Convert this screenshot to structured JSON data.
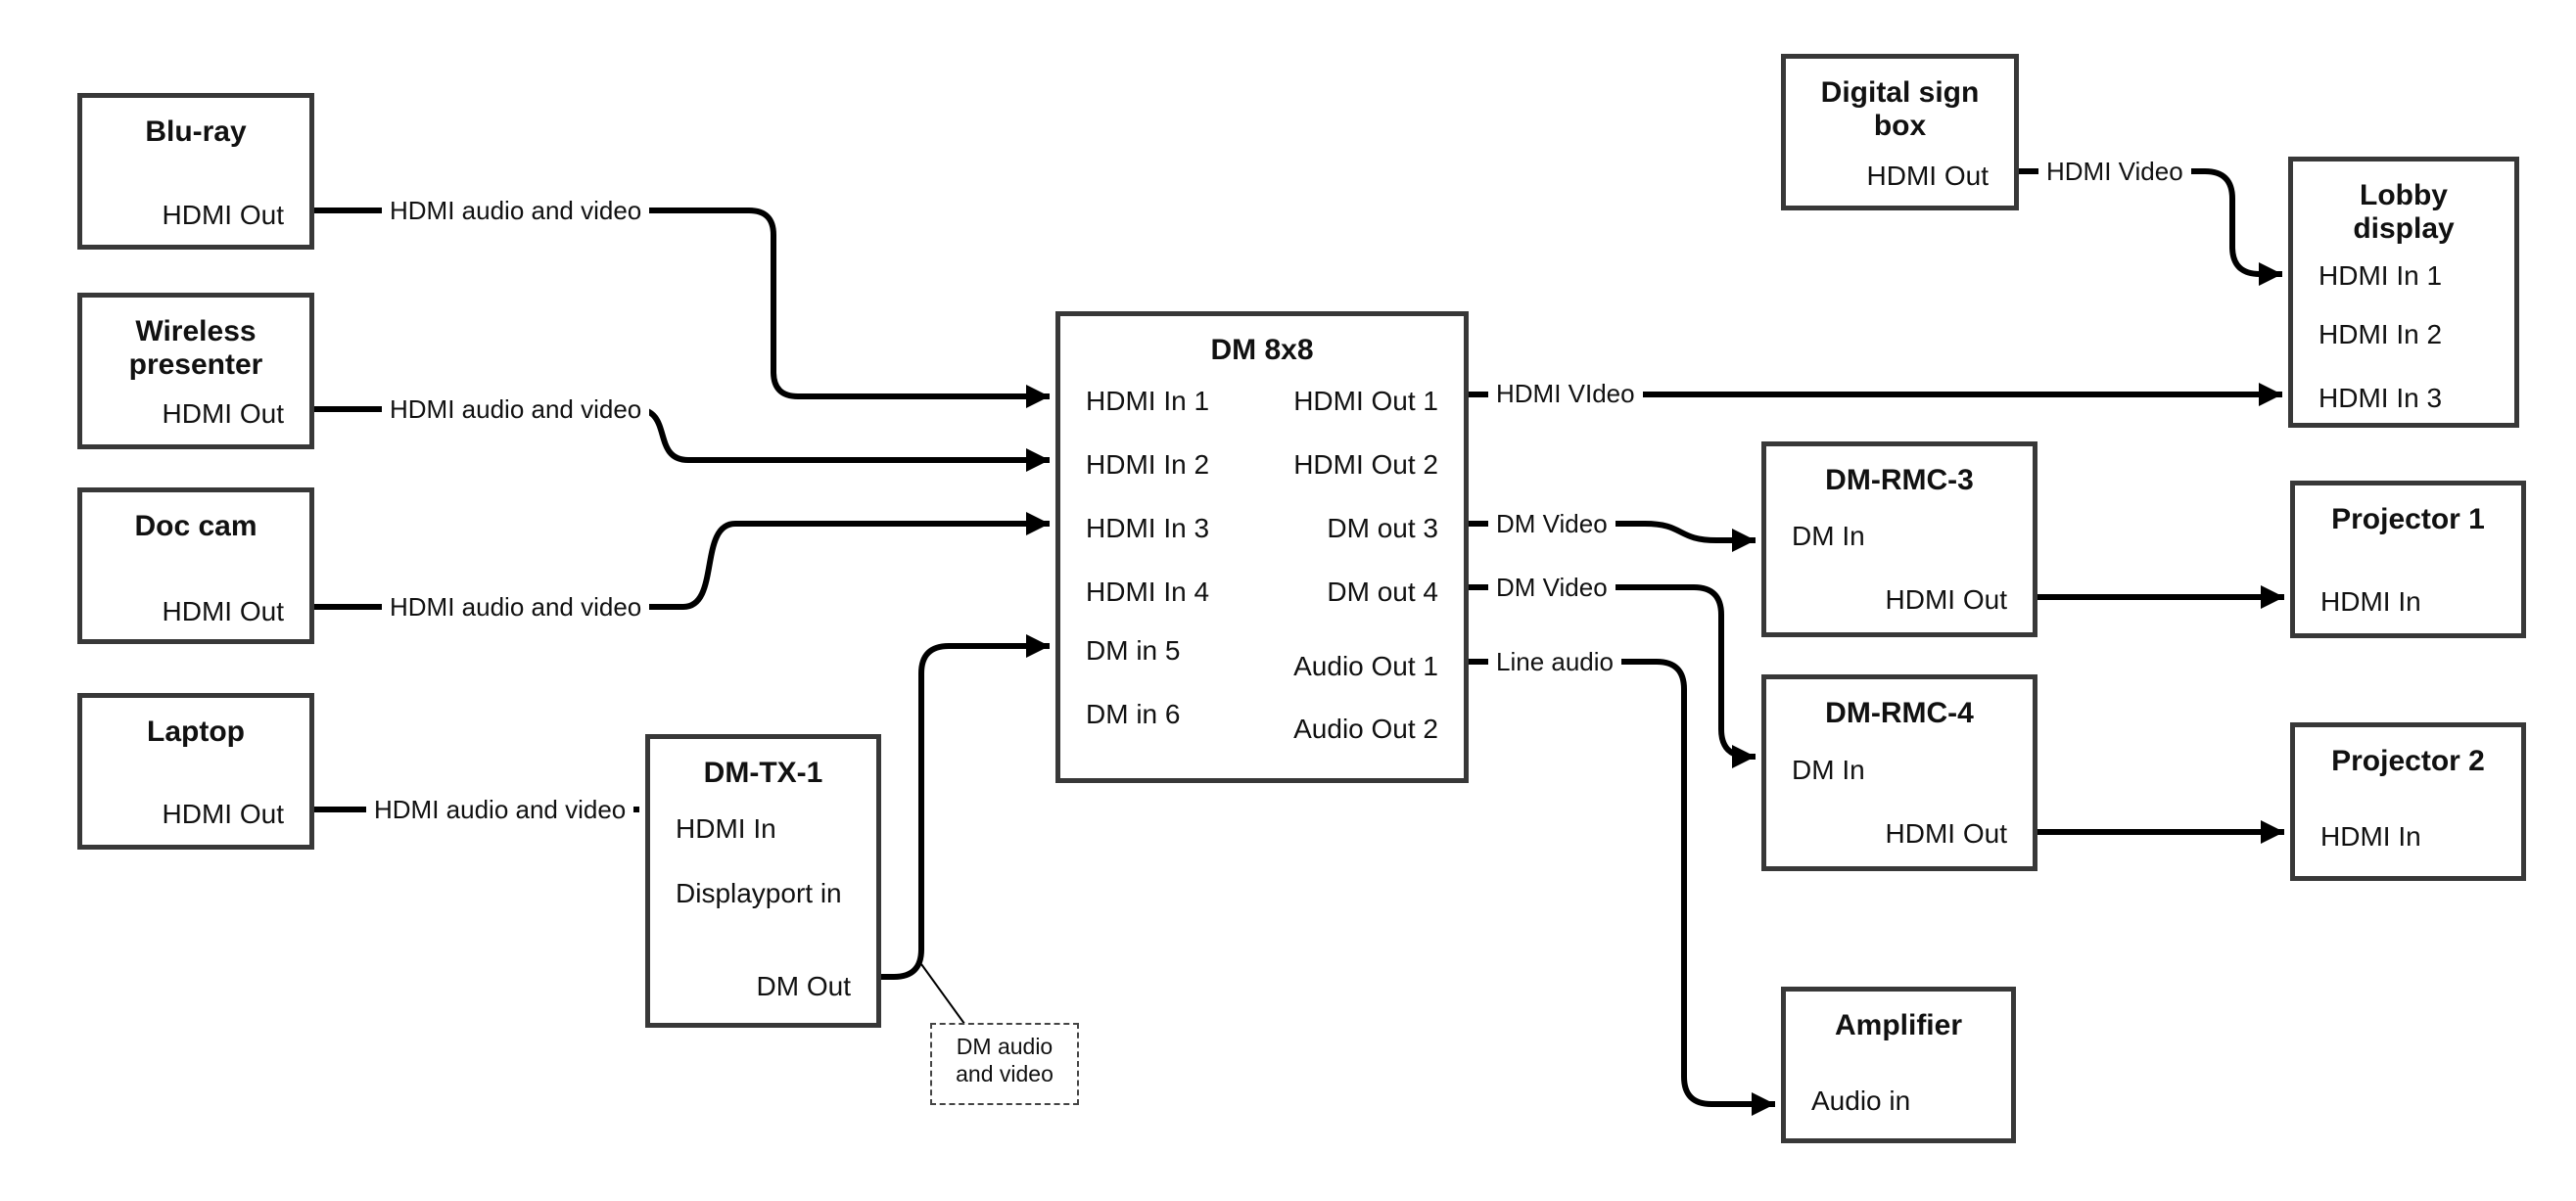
{
  "colors": {
    "line": "#000000",
    "box_border": "#383838",
    "background": "#ffffff",
    "text": "#111111"
  },
  "nodes": {
    "bluray": {
      "title": "Blu-ray",
      "ports": {
        "hdmi_out": "HDMI Out"
      }
    },
    "wireless": {
      "title": "Wireless presenter",
      "ports": {
        "hdmi_out": "HDMI Out"
      }
    },
    "doccam": {
      "title": "Doc cam",
      "ports": {
        "hdmi_out": "HDMI Out"
      }
    },
    "laptop": {
      "title": "Laptop",
      "ports": {
        "hdmi_out": "HDMI Out"
      }
    },
    "dmtx1": {
      "title": "DM-TX-1",
      "ports": {
        "hdmi_in": "HDMI In",
        "dp_in": "Displayport in",
        "dm_out": "DM Out"
      }
    },
    "dm8x8": {
      "title": "DM 8x8",
      "ports": {
        "in1": "HDMI In 1",
        "in2": "HDMI In 2",
        "in3": "HDMI In 3",
        "in4": "HDMI In 4",
        "in5": "DM in 5",
        "in6": "DM in 6",
        "out1": "HDMI Out 1",
        "out2": "HDMI Out 2",
        "out3": "DM out 3",
        "out4": "DM out 4",
        "aout1": "Audio Out 1",
        "aout2": "Audio Out 2"
      }
    },
    "digisign": {
      "title": "Digital sign box",
      "ports": {
        "hdmi_out": "HDMI Out"
      }
    },
    "lobby": {
      "title": "Lobby display",
      "ports": {
        "in1": "HDMI In 1",
        "in2": "HDMI In 2",
        "in3": "HDMI In 3"
      }
    },
    "dmrmc3": {
      "title": "DM-RMC-3",
      "ports": {
        "dm_in": "DM In",
        "hdmi_out": "HDMI Out"
      }
    },
    "proj1": {
      "title": "Projector 1",
      "ports": {
        "hdmi_in": "HDMI In"
      }
    },
    "dmrmc4": {
      "title": "DM-RMC-4",
      "ports": {
        "dm_in": "DM In",
        "hdmi_out": "HDMI Out"
      }
    },
    "proj2": {
      "title": "Projector 2",
      "ports": {
        "hdmi_in": "HDMI In"
      }
    },
    "amp": {
      "title": "Amplifier",
      "ports": {
        "audio_in": "Audio in"
      }
    }
  },
  "edge_labels": {
    "bluray_feed": "HDMI audio and video",
    "wireless_feed": "HDMI audio and video",
    "doccam_feed": "HDMI audio and video",
    "laptop_feed": "HDMI audio and video",
    "hdmi_video_out1": "HDMI VIdeo",
    "dm_video_out3": "DM Video",
    "dm_video_out4": "DM Video",
    "line_audio": "Line audio",
    "digisign_video": "HDMI Video"
  },
  "annotation": {
    "text": "DM audio and video"
  }
}
